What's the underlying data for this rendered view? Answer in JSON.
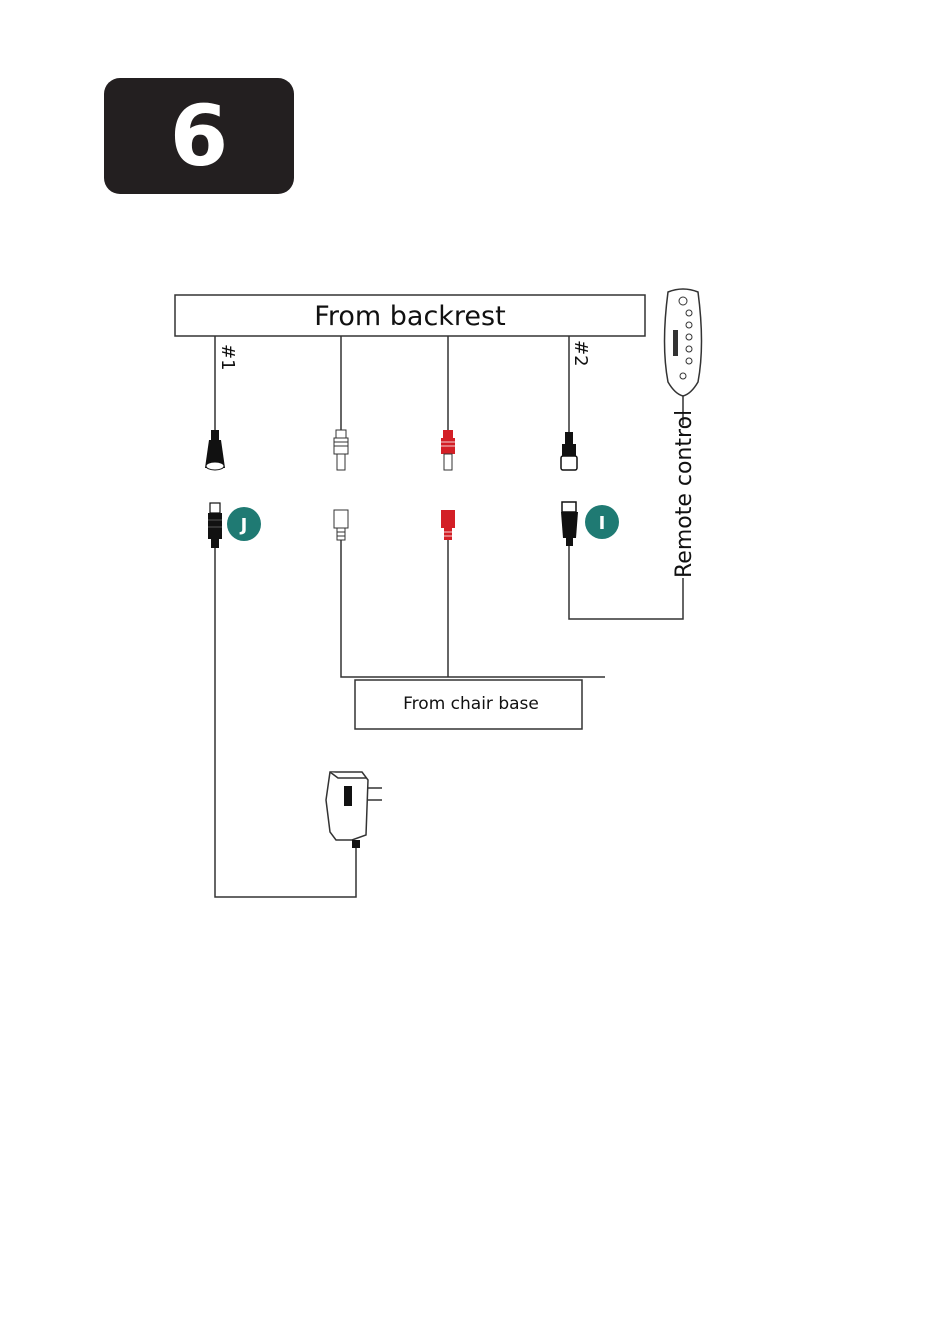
{
  "step": {
    "number": "6"
  },
  "diagram": {
    "backrest_label": "From backrest",
    "chair_base_label": "From chair base",
    "remote_label": "Remote control",
    "cable_1_label": "#1",
    "cable_2_label": "#2",
    "connector_j": "J",
    "connector_i": "I",
    "colors": {
      "badge_teal": "#1f7a73",
      "red_plug": "#d31f26",
      "black_plug": "#111111",
      "step_box": "#231f20"
    }
  }
}
